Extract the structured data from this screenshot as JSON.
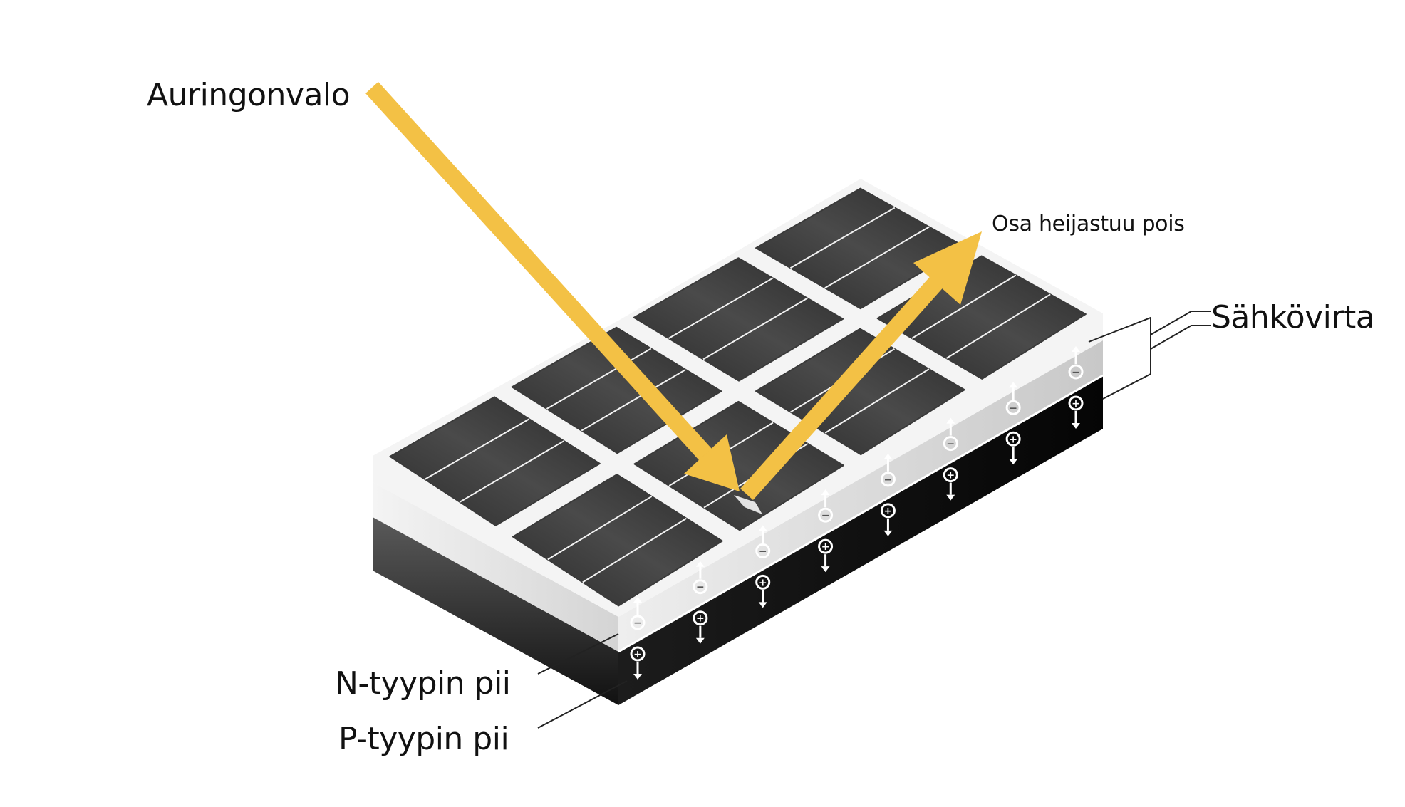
{
  "labels": {
    "sunlight": "Auringonvalo",
    "reflected": "Osa heijastuu pois",
    "current": "Sähkövirta",
    "n_type": "N-tyypin pii",
    "p_type": "P-tyypin pii"
  },
  "colors": {
    "light_arrow": "#F3C145",
    "panel_cell": "#3a3a3a",
    "panel_grid": "#f2f2f2",
    "n_layer": "#dedede",
    "p_layer": "#1a1a1a",
    "charge_symbol": "#ffffff"
  },
  "charges": {
    "n_layer_sign": "−",
    "p_layer_sign": "+"
  }
}
